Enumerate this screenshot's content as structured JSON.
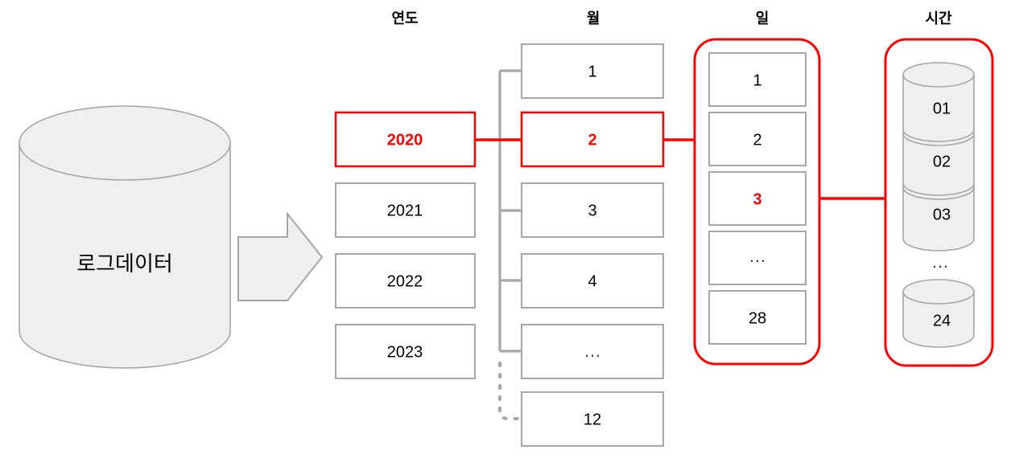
{
  "diagram": {
    "title_hidden": "",
    "source": {
      "label": "로그데이터",
      "shape": "cylinder"
    },
    "arrow": {
      "name": "flow-arrow",
      "direction": "right"
    },
    "columns": [
      {
        "key": "year",
        "title": "연도",
        "items": [
          {
            "label": "2020",
            "selected": true
          },
          {
            "label": "2021",
            "selected": false
          },
          {
            "label": "2022",
            "selected": false
          },
          {
            "label": "2023",
            "selected": false
          }
        ]
      },
      {
        "key": "month",
        "title": "월",
        "items": [
          {
            "label": "1",
            "selected": false
          },
          {
            "label": "2",
            "selected": true
          },
          {
            "label": "3",
            "selected": false
          },
          {
            "label": "4",
            "selected": false
          },
          {
            "label": "…",
            "selected": false
          },
          {
            "label": "12",
            "selected": false
          }
        ]
      },
      {
        "key": "day",
        "title": "일",
        "grouped": true,
        "items": [
          {
            "label": "1",
            "selected": false
          },
          {
            "label": "2",
            "selected": false
          },
          {
            "label": "3",
            "selected": true
          },
          {
            "label": "…",
            "selected": false
          },
          {
            "label": "28",
            "selected": false
          }
        ]
      },
      {
        "key": "hour",
        "title": "시간",
        "grouped": true,
        "items": [
          {
            "label": "01",
            "selected": false
          },
          {
            "label": "02",
            "selected": false
          },
          {
            "label": "03",
            "selected": false
          },
          {
            "label": "…",
            "selected": false
          },
          {
            "label": "24",
            "selected": false
          }
        ]
      }
    ],
    "colors": {
      "highlight": "#ff0000",
      "box_stroke": "#a6a6a6",
      "shape_fill": "#efefef",
      "text": "#000000"
    }
  }
}
